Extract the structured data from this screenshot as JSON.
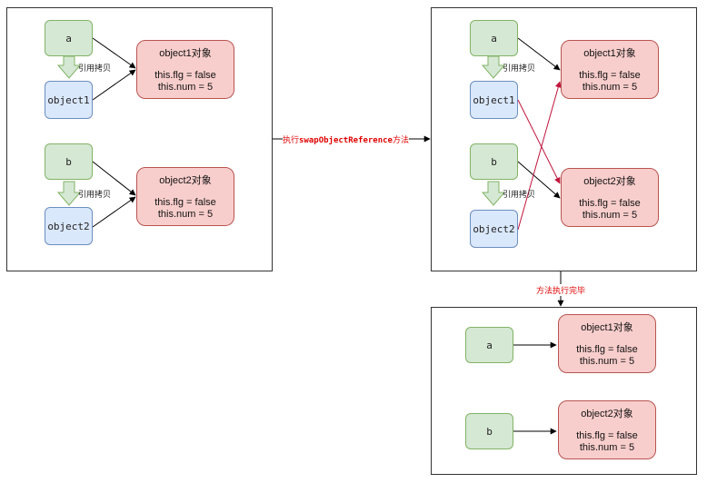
{
  "panels": {
    "before": {
      "var_a": "a",
      "var_b": "b",
      "ref1": "object1",
      "ref2": "object2",
      "copy_label_1": "引用拷贝",
      "copy_label_2": "引用拷贝",
      "obj1": {
        "title": "object1对象",
        "line1": "this.flg = false",
        "line2": "this.num = 5"
      },
      "obj2": {
        "title": "object2对象",
        "line1": "this.flg = false",
        "line2": "this.num = 5"
      }
    },
    "during": {
      "var_a": "a",
      "var_b": "b",
      "ref1": "object1",
      "ref2": "object2",
      "copy_label_1": "引用拷贝",
      "copy_label_2": "引用拷贝",
      "obj1": {
        "title": "object1对象",
        "line1": "this.flg = false",
        "line2": "this.num = 5"
      },
      "obj2": {
        "title": "object2对象",
        "line1": "this.flg = false",
        "line2": "this.num = 5"
      }
    },
    "after": {
      "var_a": "a",
      "var_b": "b",
      "obj1": {
        "title": "object1对象",
        "line1": "this.flg = false",
        "line2": "this.num = 5"
      },
      "obj2": {
        "title": "object2对象",
        "line1": "this.flg = false",
        "line2": "this.num = 5"
      }
    }
  },
  "transitions": {
    "swap_prefix": "执行",
    "swap_method": "swapObjectReference",
    "swap_suffix": "方法",
    "done": "方法执行完毕"
  },
  "colors": {
    "var_fill": "#d5e8d4",
    "ref_fill": "#dae8fc",
    "object_fill": "#f8cecc",
    "swap_arrow": "#c0143c",
    "label_red": "#e00000"
  }
}
